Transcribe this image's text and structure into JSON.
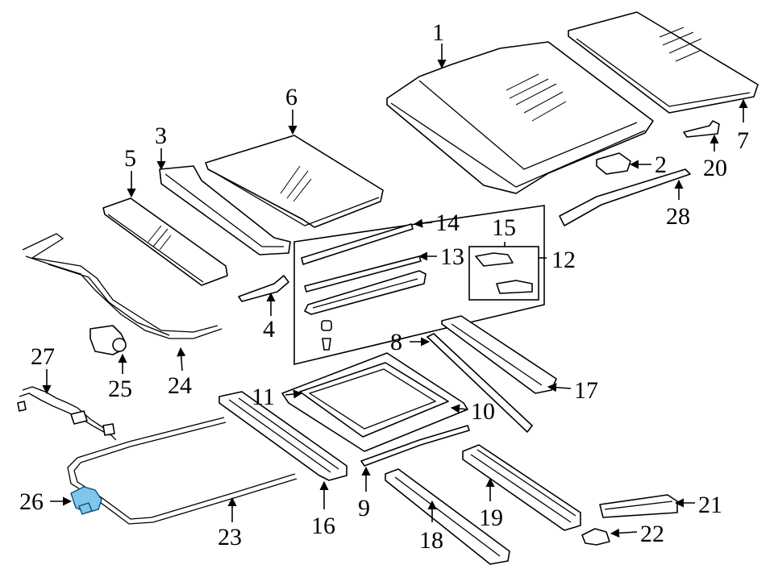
{
  "callouts": [
    "1",
    "2",
    "3",
    "4",
    "5",
    "6",
    "7",
    "8",
    "9",
    "10",
    "11",
    "12",
    "13",
    "14",
    "15",
    "16",
    "17",
    "18",
    "19",
    "20",
    "21",
    "22",
    "23",
    "24",
    "25",
    "26",
    "27",
    "28"
  ],
  "colors": {
    "line": "#000000",
    "background": "#ffffff",
    "highlight_part": "#7fc6ea"
  },
  "highlighted_parts": [
    "25",
    "26"
  ]
}
